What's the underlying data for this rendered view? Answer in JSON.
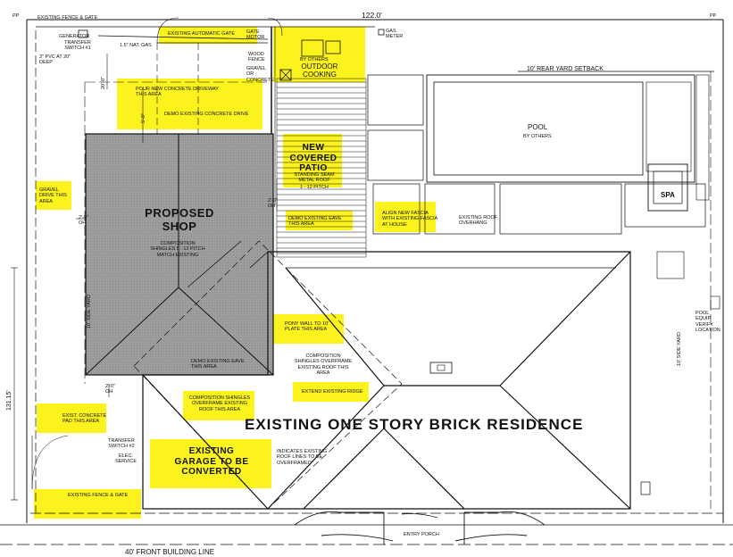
{
  "labels": {
    "pp_left": "PP",
    "pp_right": "PP",
    "existing_fence_gate_top": "EXISTING FENCE & GATE",
    "lot_width": "122.0'",
    "existing_automatic_gate": "EXISTING AUTOMATIC GATE",
    "gate_motor": "GATE MOTOR",
    "gas_meter": "GAS METER",
    "generator": "GENERATOR",
    "transfer_switch_1": "TRANSFER SWITCH #1",
    "nat_gas": "1.5\" NAT. GAS",
    "pvc": "3\" PVC AT 20\" DEEP",
    "wood_fence": "WOOD FENCE",
    "gravel_or_concrete": "GRAVEL OR CONCRETE",
    "by_others": "BY OTHERS",
    "outdoor_cooking": "OUTDOOR COOKING",
    "rear_yard_setback": "10' REAR YARD SETBACK",
    "dim_20": "20'-0\"",
    "pour_driveway": "POUR NEW CONCRETE DRIVEWAY THIS AREA",
    "demo_drive": "DEMO EXISTING CONCRETE DRIVE",
    "pool": "POOL",
    "pool_by_others": "BY OTHERS",
    "dim_5": "5'-0\"",
    "new_covered_patio": "NEW COVERED PATIO",
    "standing_seam": "STANDING SEAM METAL ROOF",
    "pitch_1_12": "1 : 12 PITCH",
    "spa": "SPA",
    "gravel_drive": "GRAVEL DRIVE THIS AREA",
    "proposed_shop": "PROPOSED SHOP",
    "shop_shingles": "COMPOSITION SHINGLES 5 : 12 PITCH MATCH EXISTING",
    "dim_2_left": "2'-0\" OH",
    "dim_2_right": "2'-0\" OH",
    "demo_eave_1": "DEMO EXISTING EAVE THIS AREA",
    "align_fascia": "ALIGN NEW FASCIA WITH EXISTING FASCIA AT HOUSE",
    "existing_roof_overhang": "EXISTING ROOF OVERHANG",
    "side_yard_left": "10' SIDE YARD",
    "side_yard_right": "10' SIDE YARD",
    "pool_equip": "POOL EQUIP. VERIFY LOCATION",
    "pony_wall": "PONY WALL TO 10' PLATE THIS AREA",
    "overframe_1": "COMPOSITION SHINGLES OVERFRAME EXISTING ROOF THIS AREA",
    "demo_eave_2": "DEMO EXISTING EAVE THIS AREA",
    "dim_2_lower": "2'-0\" OH",
    "lot_depth": "131.15'",
    "overframe_2": "COMPOSITION SHINGLES OVERFRAME EXISTING ROOF THIS AREA",
    "extend_ridge": "EXTEND EXISTING RIDGE",
    "existing_residence": "EXISTING ONE STORY BRICK RESIDENCE",
    "concrete_pad": "EXIST. CONCRETE PAD THIS AREA",
    "transfer_switch_2": "TRANSFER SWITCH #2",
    "elec_service": "ELEC. SERVICE",
    "existing_garage": "EXISTING GARAGE TO BE CONVERTED",
    "indicates_roof": "INDICATES EXISTING ROOF LINES TO BE OVERFRAMED",
    "existing_fence_gate_bottom": "EXISTING FENCE & GATE",
    "entry_porch": "ENTRY PORCH",
    "front_building_line": "40' FRONT BUILDING LINE"
  },
  "colors": {
    "highlight": "#fbf21e",
    "shop_fill": "#9a9a9a",
    "linework": "#111111"
  }
}
